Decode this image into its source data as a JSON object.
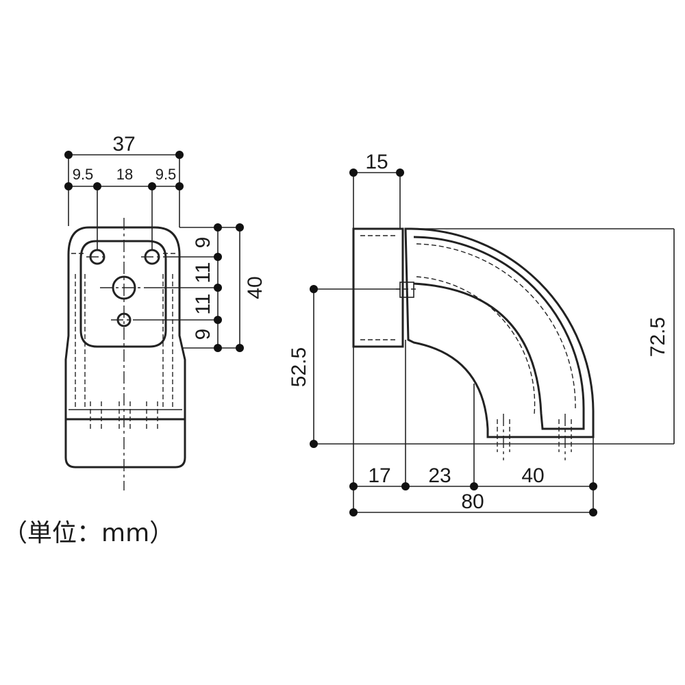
{
  "unit_note": "（単位：mm）",
  "front_view": {
    "overall_width": "37",
    "left_offset": "9.5",
    "hole_pitch": "18",
    "right_offset": "9.5",
    "pitch_1": "9",
    "pitch_2": "11",
    "pitch_3": "11",
    "pitch_4": "9",
    "overall_height": "40"
  },
  "side_view": {
    "top_width": "15",
    "height_mid": "52.5",
    "height_total": "72.5",
    "seg_1": "17",
    "seg_2": "23",
    "seg_3": "40",
    "overall_length": "80"
  }
}
